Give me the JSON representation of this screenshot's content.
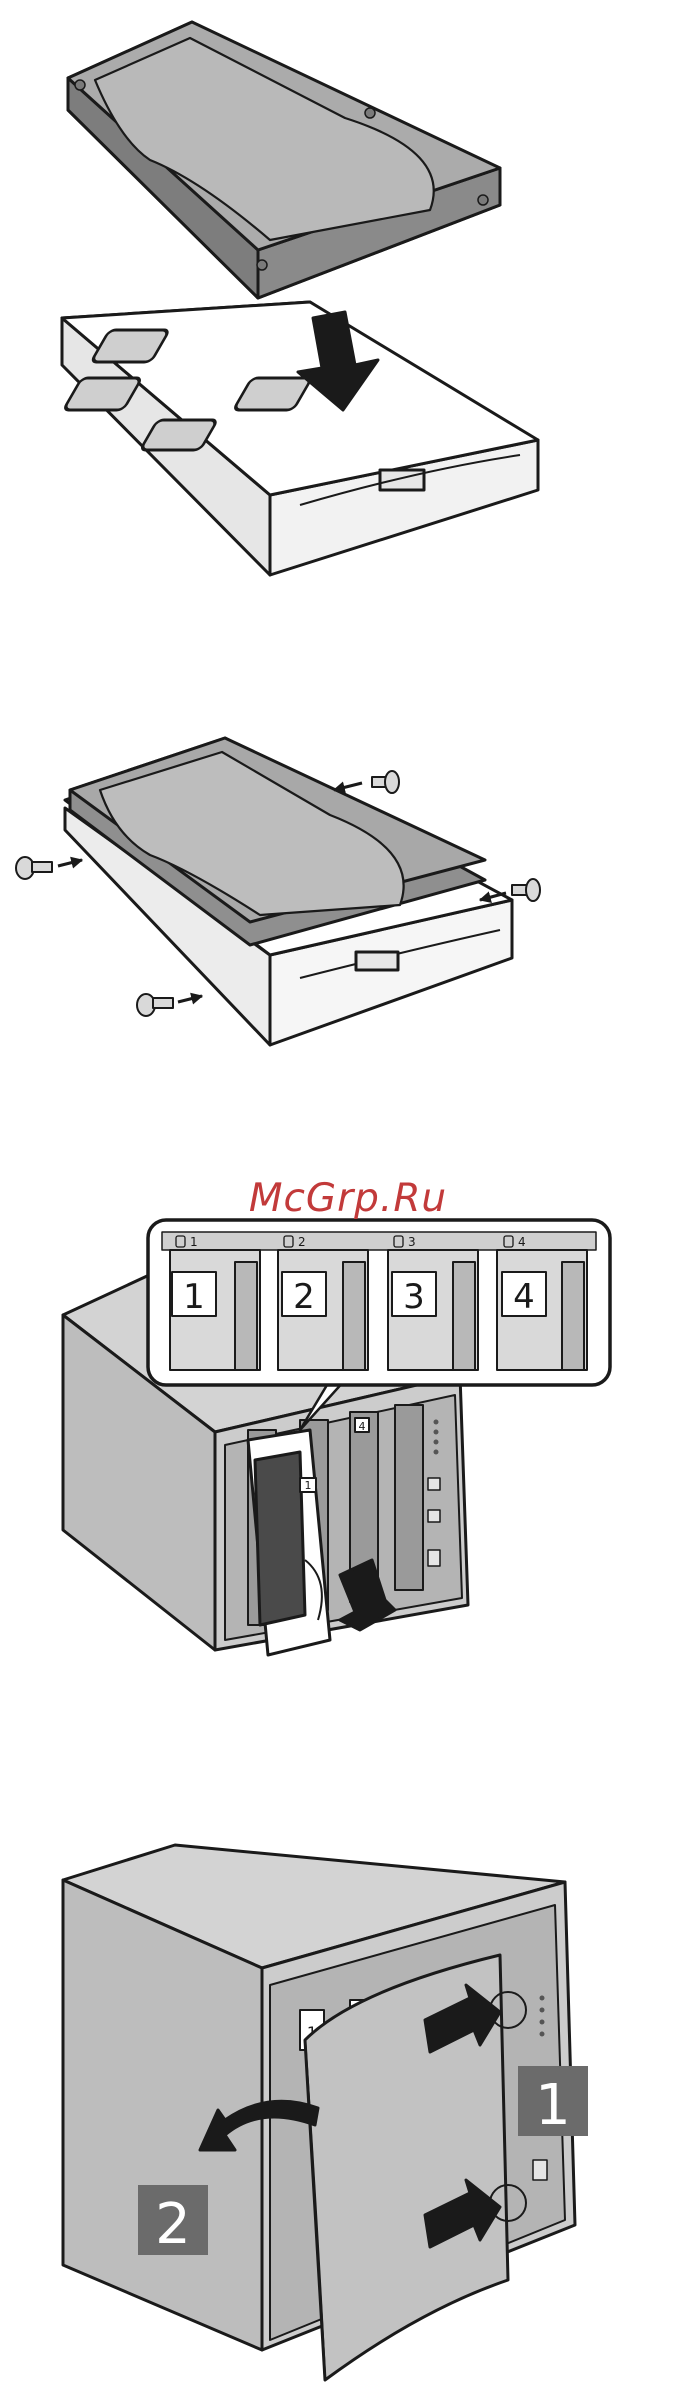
{
  "watermark": "McGrp.Ru",
  "panels": [
    {
      "id": "insert-drive-into-tray"
    },
    {
      "id": "fasten-screws"
    },
    {
      "id": "insert-tray-into-bay"
    },
    {
      "id": "open-front-cover"
    }
  ],
  "bay_labels": {
    "slot1": "1",
    "slot2": "2",
    "slot3": "3",
    "slot4": "4",
    "zoom_slot1": "1",
    "zoom_slot2": "2",
    "zoom_slot3": "3",
    "zoom_slot4": "4",
    "tray_tag1": "1",
    "tray_tag4": "4"
  },
  "step_badges": {
    "push_badge": "1",
    "swing_badge": "2"
  },
  "colors": {
    "line": "#1a1a1a",
    "drive": "#a6a6a6",
    "body": "#c6c6c6",
    "badge": "#6b6b6b",
    "watermark": "#c23a3a"
  }
}
